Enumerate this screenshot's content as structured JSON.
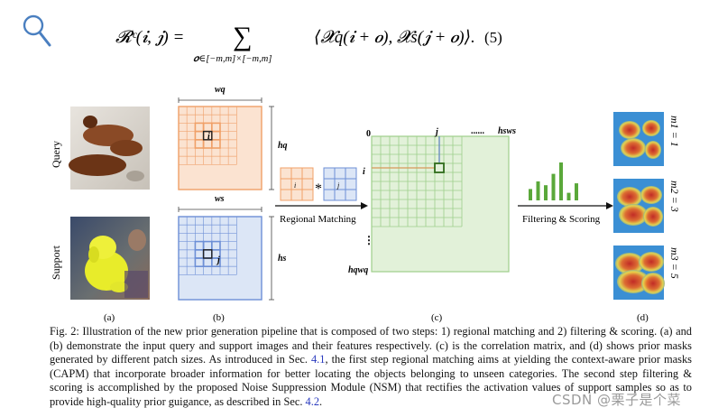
{
  "equation": {
    "lhs": "𝓡ᶜ(𝒊, 𝒋) =",
    "sum": "∑",
    "subscript": "𝒐∈[−m,m]×[−m,m]",
    "rhs": "⟨𝓧q(𝒊 + 𝒐), 𝓧s(𝒋 + 𝒐)⟩.",
    "number": "(5)"
  },
  "figure": {
    "side_labels": {
      "query": "Query",
      "support": "Support"
    },
    "dims": {
      "wq": "wq",
      "hq": "hq",
      "ws": "ws",
      "hs": "hs",
      "i": "i",
      "j": "j",
      "star": "*",
      "zero": "0",
      "dots": "......",
      "vdots": "⋮",
      "hsws": "hsws",
      "hqwq": "hqwq"
    },
    "arrows": {
      "regional_matching": "Regional Matching",
      "filtering_scoring": "Filtering & Scoring"
    },
    "masks": [
      "m1 = 1",
      "m2 = 3",
      "m3 = 5"
    ],
    "panel_labels": [
      "(a)",
      "(b)",
      "(c)",
      "(d)"
    ],
    "bar_heights": [
      0.3,
      0.5,
      0.4,
      0.7,
      1.0,
      0.2,
      0.45
    ],
    "colors": {
      "orange": "#f0a068",
      "orange_fill": "#fbe3d1",
      "blue": "#6d8fd6",
      "blue_fill": "#dce6f6",
      "green": "#9ecf8a",
      "green_fill": "#e2f1d9",
      "bars": "#5aa83a"
    }
  },
  "caption": {
    "p1": "Fig. 2: Illustration of the new prior generation pipeline that is composed of two steps: 1) regional matching and 2) filtering & scoring. (a) and (b) demonstrate the input query and support images and their features respectively. (c) is the correlation matrix, and (d) shows prior masks generated by different patch sizes. As introduced in Sec. ",
    "ref1": "4.1",
    "p2": ", the first step regional matching aims at yielding the context-aware prior masks (CAPM) that incorporate broader information for better locating the objects belonging to unseen categories. The second step filtering & scoring is accomplished by the proposed Noise Suppression Module (NSM) that rectifies the activation values of support samples so as to provide high-quality prior guigance, as described in Sec. ",
    "ref2": "4.2",
    "p3": "."
  },
  "watermark": "CSDN @栗子是个菜",
  "icons": {
    "zoom": "magnifier-icon"
  }
}
